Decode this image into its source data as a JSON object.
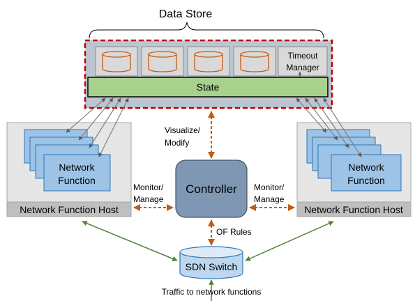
{
  "data_store": {
    "title": "Data Store",
    "timeout_manager": [
      "Timeout",
      "Manager"
    ],
    "state_label": "State"
  },
  "controller": {
    "label": "Controller"
  },
  "left_host": {
    "label": "Network Function Host",
    "nf_label": [
      "Network",
      "Function"
    ]
  },
  "right_host": {
    "label": "Network Function Host",
    "nf_label": [
      "Network",
      "Function"
    ]
  },
  "edges": {
    "visualize": [
      "Visualize/",
      "Modify"
    ],
    "monitor_left": [
      "Monitor/",
      "Manage"
    ],
    "monitor_right": [
      "Monitor/",
      "Manage"
    ],
    "of_rules": "OF Rules",
    "traffic": "Traffic to network functions"
  },
  "sdn_switch": {
    "label": "SDN Switch"
  },
  "colors": {
    "state_fill": "#a9d18e",
    "nf_fill": "#9dc3e6",
    "nf_stroke": "#2e75b6",
    "controller_fill": "#7f97b2",
    "arrow_orange": "#c55a11",
    "arrow_green": "#548235",
    "arrow_gray": "#7f7f7f",
    "border_red": "#c00000",
    "cylinder": "#c55a11"
  }
}
